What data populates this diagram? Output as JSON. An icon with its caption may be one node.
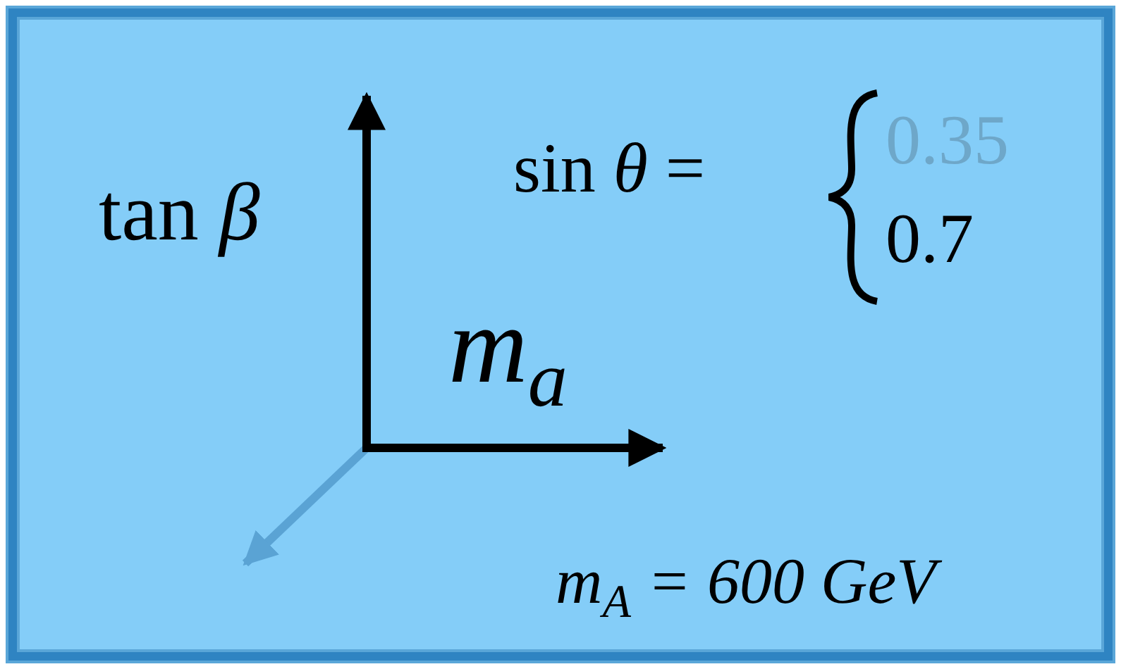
{
  "diagram": {
    "labels": [
      "tan *β*",
      "sin *θ* =",
      "0.35",
      "0.7",
      "m$_{a}$",
      "m$_{A}$ = 600 GeV"
    ]
  }
}
